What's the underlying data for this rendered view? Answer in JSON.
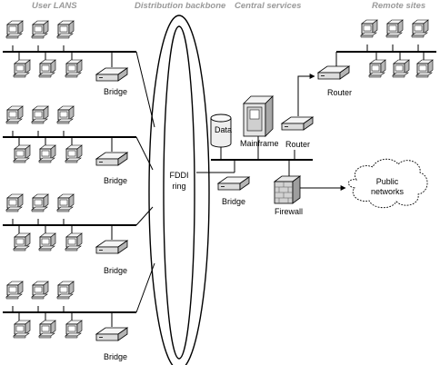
{
  "headers": {
    "user_lans": "User LANS",
    "distribution_backbone": "Distribution backbone",
    "central_services": "Central services",
    "remote_sites": "Remote sites"
  },
  "labels": {
    "bridge": "Bridge",
    "fddi_line1": "FDDI",
    "fddi_line2": "ring",
    "data": "Data",
    "mainframe": "Mainframe",
    "router": "Router",
    "remote_router": "Router",
    "firewall": "Firewall",
    "public_line1": "Public",
    "public_line2": "networks"
  },
  "icons": {
    "workstation": "workstation-icon",
    "bridge": "bridge-icon",
    "router": "router-icon",
    "mainframe": "mainframe-icon",
    "database": "database-icon",
    "firewall": "firewall-icon",
    "cloud": "cloud-icon"
  }
}
